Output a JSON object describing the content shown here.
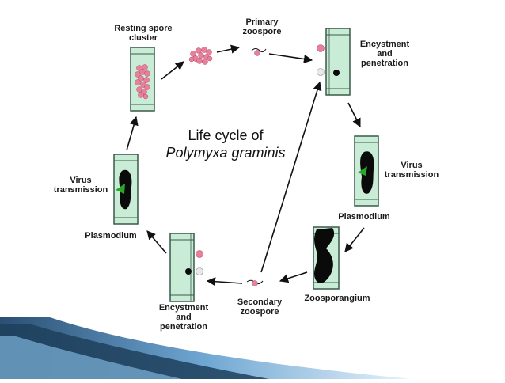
{
  "title": {
    "line1": "Life cycle of",
    "line2": "Polymyxa graminis"
  },
  "labels": {
    "resting_spore": [
      "Resting spore",
      "cluster"
    ],
    "primary_zoospore": [
      "Primary",
      "zoospore"
    ],
    "encystment_top": [
      "Encystment",
      "and",
      "penetration"
    ],
    "virus_right": [
      "Virus",
      "transmission"
    ],
    "plasmodium_right": "Plasmodium",
    "zoosporangium": "Zoosporangium",
    "secondary_zoospore": [
      "Secondary",
      "zoospore"
    ],
    "encystment_bottom": [
      "Encystment",
      "and",
      "penetration"
    ],
    "plasmodium_left": "Plasmodium",
    "virus_left": [
      "Virus",
      "transmission"
    ]
  },
  "colors": {
    "cell_fill": "#c9ecd6",
    "cell_stroke": "#3a5a48",
    "spore_pink": "#e8809b",
    "plasmodium": "#0a0a0a",
    "virus_green": "#2aa62a",
    "arrow": "#111111",
    "accent_dark": "#1d3f5c",
    "accent_light": "#7db3da"
  }
}
